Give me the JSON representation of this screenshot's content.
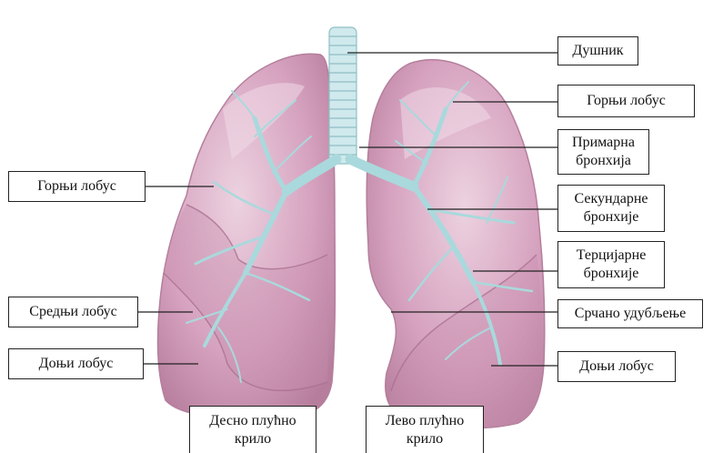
{
  "labels": {
    "trachea": "Душник",
    "left_upper_lobe": "Горњи лобус",
    "primary_bronchus_1": "Примарна",
    "primary_bronchus_2": "бронхија",
    "secondary_bronchi_1": "Секундарне",
    "secondary_bronchi_2": "бронхије",
    "tertiary_bronchi_1": "Терцијарне",
    "tertiary_bronchi_2": "бронхије",
    "cardiac_notch": "Срчано удубљење",
    "left_lower_lobe": "Доњи лобус",
    "right_upper_lobe": "Горњи лобус",
    "right_middle_lobe": "Средњи лобус",
    "right_lower_lobe": "Доњи лобус",
    "right_lung_1": "Десно плућно",
    "right_lung_2": "крило",
    "left_lung_1": "Лево плућно",
    "left_lung_2": "крило"
  },
  "colors": {
    "lung_fill": "#d8a6c0",
    "lung_shade": "#c48aa9",
    "lung_highlight": "#ead0df",
    "bronchi": "#a9d9dc",
    "trachea": "#c9e6ea",
    "leader_line": "#222222"
  }
}
